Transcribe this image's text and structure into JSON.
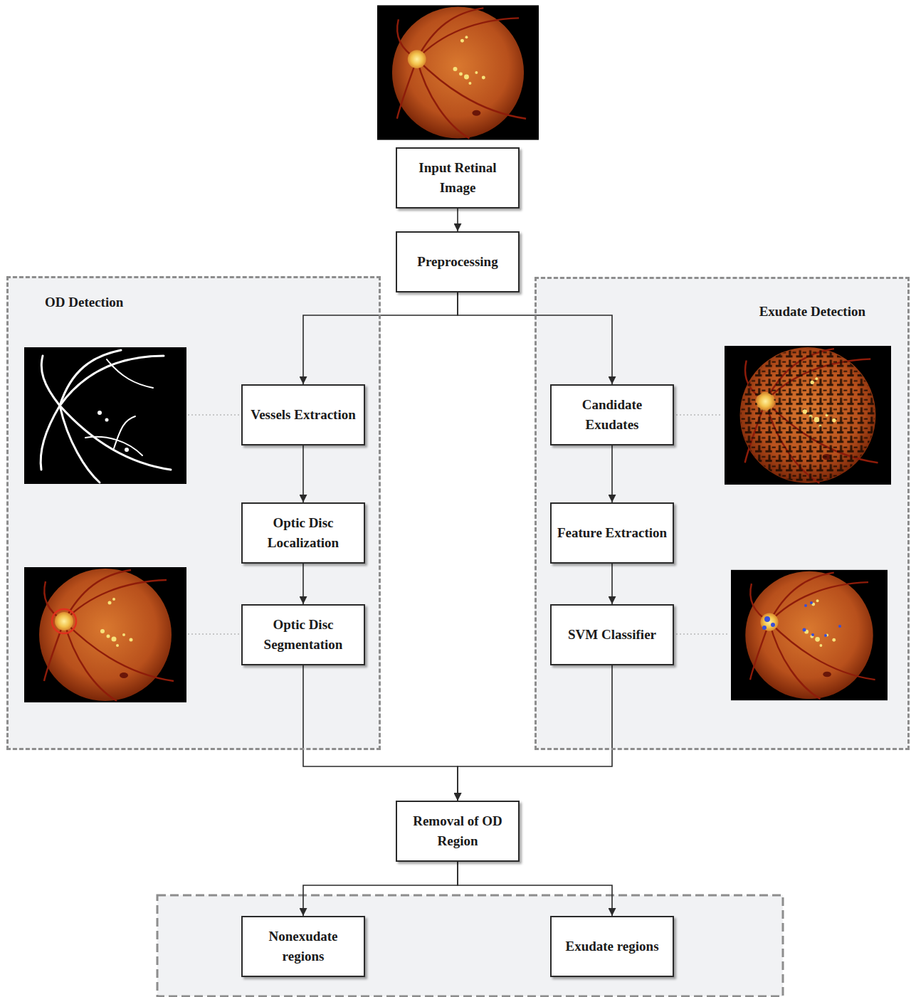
{
  "diagram": {
    "nodes": [
      {
        "text": [
          "Input Retinal Image"
        ]
      },
      {
        "text": [
          "Preprocessing"
        ]
      },
      {
        "text": [
          "OD Detection"
        ]
      },
      {
        "text": [
          "Vessels Extraction"
        ],
        "in": 2
      },
      {
        "text": [
          "Optic Disc Localization"
        ],
        "in": 2
      },
      {
        "text": [
          "Optic Disc Segmentation"
        ],
        "in": 2
      },
      {
        "text": [
          "Exudate Detection"
        ]
      },
      {
        "text": [
          "Candidate Exudates"
        ],
        "in": 6
      },
      {
        "text": [
          "Feature Extraction"
        ],
        "in": 6
      },
      {
        "text": [
          "SVM Classifier"
        ],
        "in": 6
      },
      {
        "text": [
          "Removal of OD Region"
        ]
      },
      {
        "text": [
          "Nonexudate regions"
        ]
      },
      {
        "text": [
          "Exudate regions"
        ]
      }
    ],
    "edges": [
      {
        "from": 0,
        "to": 1,
        "arrow": "to"
      },
      {
        "from": 1,
        "to": 3,
        "arrow": "to"
      },
      {
        "from": 1,
        "to": 7,
        "arrow": "to"
      },
      {
        "from": 3,
        "to": 4,
        "arrow": "to"
      },
      {
        "from": 4,
        "to": 5,
        "arrow": "to"
      },
      {
        "from": 7,
        "to": 8,
        "arrow": "to"
      },
      {
        "from": 8,
        "to": 9,
        "arrow": "to"
      },
      {
        "from": 5,
        "to": 10,
        "arrow": "to"
      },
      {
        "from": 9,
        "to": 10,
        "arrow": "to"
      },
      {
        "from": 10,
        "to": 11,
        "arrow": "to"
      },
      {
        "from": 10,
        "to": 12,
        "arrow": "to"
      }
    ]
  }
}
